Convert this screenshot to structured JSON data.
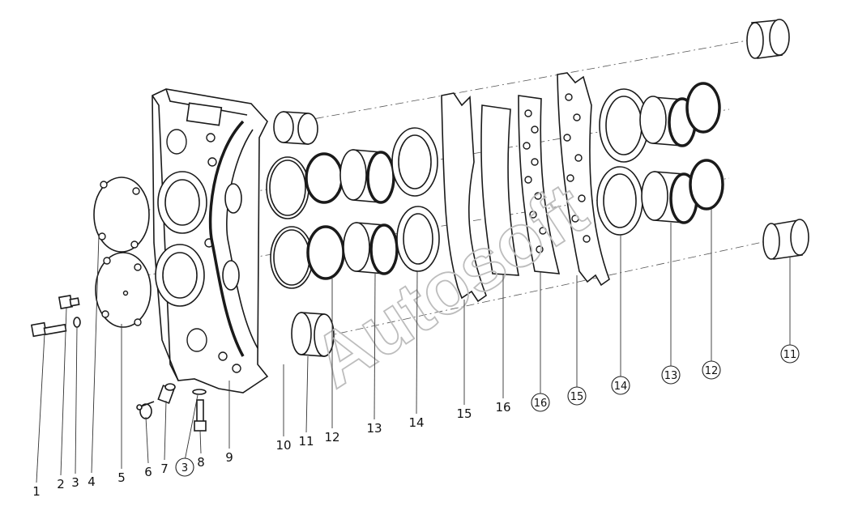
{
  "watermark": "Autosoft",
  "callouts": [
    {
      "label": "1",
      "circled": false
    },
    {
      "label": "2",
      "circled": false
    },
    {
      "label": "3",
      "circled": false
    },
    {
      "label": "4",
      "circled": false
    },
    {
      "label": "5",
      "circled": false
    },
    {
      "label": "6",
      "circled": false
    },
    {
      "label": "7",
      "circled": false
    },
    {
      "label": "3",
      "circled": true
    },
    {
      "label": "8",
      "circled": false
    },
    {
      "label": "9",
      "circled": false
    },
    {
      "label": "10",
      "circled": false
    },
    {
      "label": "11",
      "circled": false
    },
    {
      "label": "12",
      "circled": false
    },
    {
      "label": "13",
      "circled": false
    },
    {
      "label": "14",
      "circled": false
    },
    {
      "label": "15",
      "circled": false
    },
    {
      "label": "16",
      "circled": false
    },
    {
      "label": "16",
      "circled": true
    },
    {
      "label": "15",
      "circled": true
    },
    {
      "label": "14",
      "circled": true
    },
    {
      "label": "13",
      "circled": true
    },
    {
      "label": "12",
      "circled": true
    },
    {
      "label": "11",
      "circled": true
    }
  ]
}
